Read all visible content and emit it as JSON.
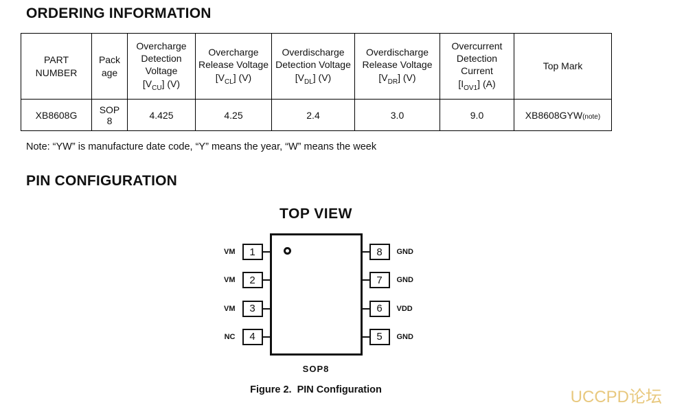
{
  "page": {
    "watermark": "UCCPD论坛"
  },
  "ordering": {
    "title": "ORDERING INFORMATION",
    "note": "Note: “YW” is manufacture date code, “Y” means the year, “W” means the week",
    "table": {
      "headers": [
        {
          "name": "PART NUMBER"
        },
        {
          "name": "Pack\nage"
        },
        {
          "name": "Overcharge Detection Voltage",
          "sym_pre": "[V",
          "sym_sub": "CU",
          "sym_post": "] (V)"
        },
        {
          "name": "Overcharge Release Voltage",
          "sym_pre": "[V",
          "sym_sub": "CL",
          "sym_post": "] (V)"
        },
        {
          "name": "Overdischarge Detection Voltage",
          "sym_pre": "[V",
          "sym_sub": "DL",
          "sym_post": "] (V)"
        },
        {
          "name": "Overdischarge Release Voltage",
          "sym_pre": "[V",
          "sym_sub": "DR",
          "sym_post": "] (V)"
        },
        {
          "name": "Overcurrent Detection Current",
          "sym_pre": "[I",
          "sym_sub": "OV1",
          "sym_post": "] (A)"
        },
        {
          "name": "Top Mark"
        }
      ],
      "row": {
        "part_number": "XB8608G",
        "package": "SOP\n8",
        "vcu": "4.425",
        "vcl": "4.25",
        "vdl": "2.4",
        "vdr": "3.0",
        "iov1": "9.0",
        "top_mark": "XB8608GYW",
        "top_mark_note": "(note)"
      }
    }
  },
  "pin_config": {
    "title": "PIN CONFIGURATION",
    "top_view_label": "TOP VIEW",
    "package_label": "SOP8",
    "caption": "Figure 2.  PIN Configuration",
    "left_pins": [
      {
        "num": "1",
        "label": "VM"
      },
      {
        "num": "2",
        "label": "VM"
      },
      {
        "num": "3",
        "label": "VM"
      },
      {
        "num": "4",
        "label": "NC"
      }
    ],
    "right_pins": [
      {
        "num": "8",
        "label": "GND"
      },
      {
        "num": "7",
        "label": "GND"
      },
      {
        "num": "6",
        "label": "VDD"
      },
      {
        "num": "5",
        "label": "GND"
      }
    ]
  }
}
